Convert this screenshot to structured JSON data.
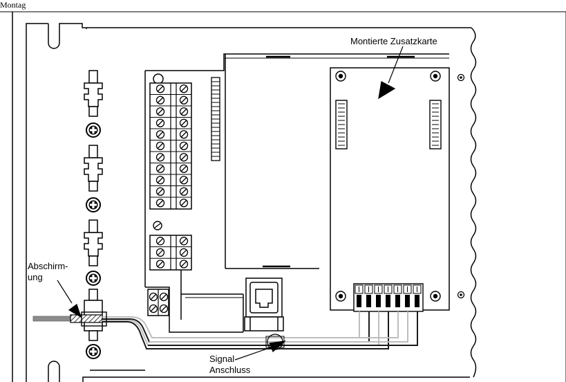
{
  "header": {
    "text": "Montag"
  },
  "labels": {
    "card": "Montierte Zusatzkarte",
    "shield_line1": "Abschirm-",
    "shield_line2": "ung",
    "signal_line1": "Signal",
    "signal_line2": "Anschluss"
  },
  "colors": {
    "line": "#000000",
    "cable_grey": "#8c8c8c",
    "wire_light": "#bdbdbd",
    "wire_dark": "#1a1a1a",
    "background": "#ffffff"
  },
  "icons": [
    "screw-icon",
    "terminal-block-icon",
    "rj45-socket-icon",
    "connector-icon"
  ]
}
